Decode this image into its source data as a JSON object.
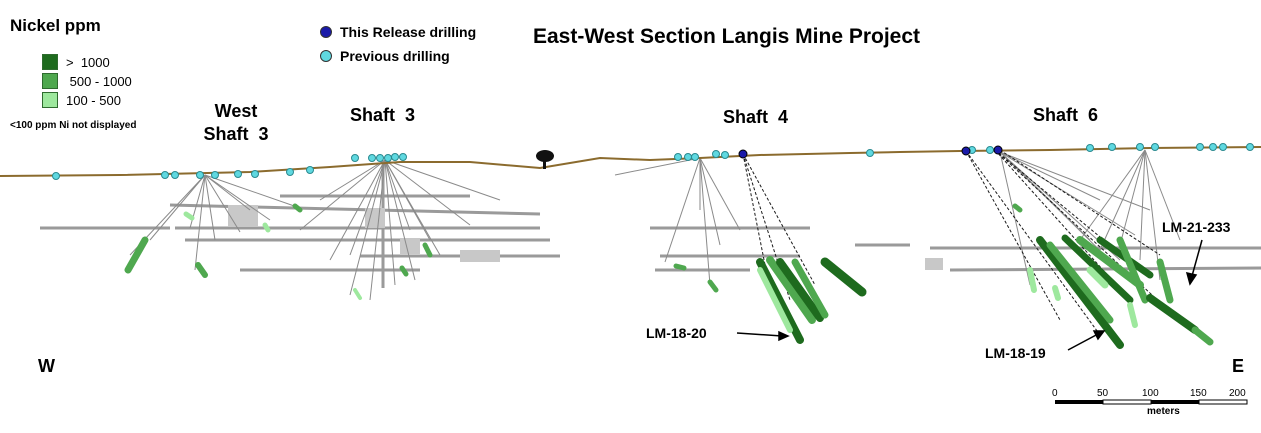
{
  "legend": {
    "title": "Nickel  ppm",
    "items": [
      {
        "label": ">  1000",
        "color": "#1e6b1e"
      },
      {
        "label": " 500 - 1000",
        "color": "#4fa84f"
      },
      {
        "label": "100 - 500",
        "color": "#9ee89e"
      }
    ],
    "note": "<100 ppm Ni not displayed"
  },
  "drill_legend": {
    "items": [
      {
        "label": "This Release drilling",
        "color": "#1a1aa8"
      },
      {
        "label": "Previous drilling",
        "color": "#5fd8e0"
      }
    ]
  },
  "map_title": "East-West Section Langis Mine Project",
  "shafts": {
    "west_shaft_3": [
      "West",
      "Shaft  3"
    ],
    "shaft_3": "Shaft  3",
    "shaft_4": "Shaft  4",
    "shaft_6": "Shaft  6"
  },
  "holes": {
    "lm_18_20": "LM-18-20",
    "lm_18_19": "LM-18-19",
    "lm_21_233": "LM-21-233"
  },
  "directions": {
    "west": "W",
    "east": "E"
  },
  "scale": {
    "ticks": [
      "0",
      "50",
      "100",
      "150",
      "200"
    ],
    "unit": "meters"
  },
  "colors": {
    "surface": "#8b6b2e",
    "this_release": "#1a1aa8",
    "previous": "#5fd8e0",
    "high_grade": "#1e6b1e",
    "mid_grade": "#4fa84f",
    "low_grade": "#9ee89e",
    "workings": "#9a9a9a"
  }
}
